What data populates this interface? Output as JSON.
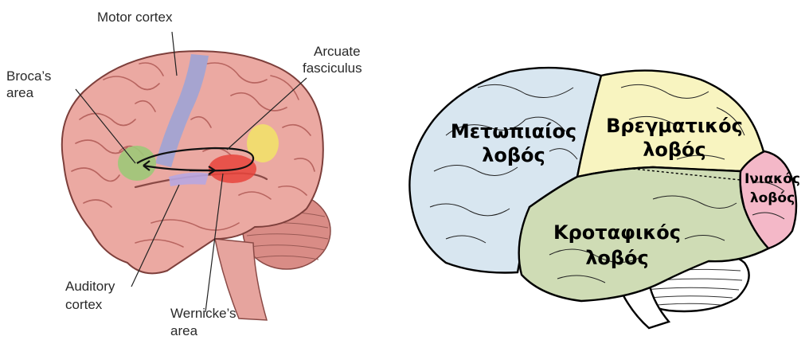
{
  "left_diagram": {
    "labels": {
      "motor_cortex": "Motor cortex",
      "arcuate_line1": "Arcuate",
      "arcuate_line2": "fasciculus",
      "broca_line1": "Broca’s",
      "broca_line2": "area",
      "auditory_line1": "Auditory",
      "auditory_line2": "cortex",
      "wernicke_line1": "Wernicke’s",
      "wernicke_line2": "area"
    },
    "colors": {
      "brain": "#e9a6a0",
      "motor": "#9aa3d8",
      "broca": "#9dc878",
      "wernicke": "#e8443c",
      "arcuate_yellow": "#f2e06a"
    }
  },
  "right_diagram": {
    "labels": {
      "frontal_line1": "Μετωπιαίος",
      "frontal_line2": "λοβός",
      "parietal_line1": "Βρεγματικός",
      "parietal_line2": "λοβός",
      "occipital_line1": "Ινιακός",
      "occipital_line2": "λοβός",
      "temporal_line1": "Κροταφικός",
      "temporal_line2": "λοβός"
    },
    "colors": {
      "frontal": "#d8e6f0",
      "parietal": "#f8f4c0",
      "occipital": "#f4b8c8",
      "temporal": "#cfdcb5",
      "cerebellum": "#ffffff"
    }
  }
}
